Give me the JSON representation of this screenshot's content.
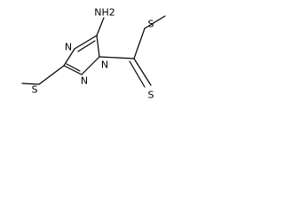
{
  "molecule": {
    "atoms": [
      {
        "id": "nh2",
        "label": "NH2"
      },
      {
        "id": "n_ring_top",
        "label": "N"
      },
      {
        "id": "n_ring_bottom",
        "label": "N"
      },
      {
        "id": "n_ring_left",
        "label": "N"
      },
      {
        "id": "s_left",
        "label": "S"
      },
      {
        "id": "s_top_right",
        "label": "S"
      },
      {
        "id": "s_bottom_right",
        "label": "S"
      }
    ]
  }
}
